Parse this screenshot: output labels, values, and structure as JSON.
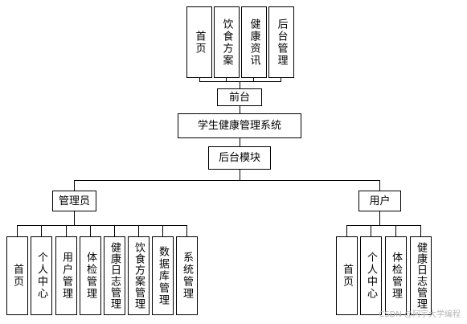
{
  "frontend": {
    "pages": [
      "首页",
      "饮食方案",
      "健康资讯",
      "后台管理"
    ],
    "label": "前台"
  },
  "system": {
    "title": "学生健康管理系统"
  },
  "backend": {
    "label": "后台模块",
    "admin": {
      "label": "管理员",
      "modules": [
        "首页",
        "个人中心",
        "用户管理",
        "体检管理",
        "健康日志管理",
        "饮食方案管理",
        "数据库管理",
        "系统管理"
      ]
    },
    "user": {
      "label": "用户",
      "modules": [
        "首页",
        "个人中心",
        "体检管理",
        "健康日志管理"
      ]
    }
  },
  "watermark": "CSDN @阿宇大学编程"
}
